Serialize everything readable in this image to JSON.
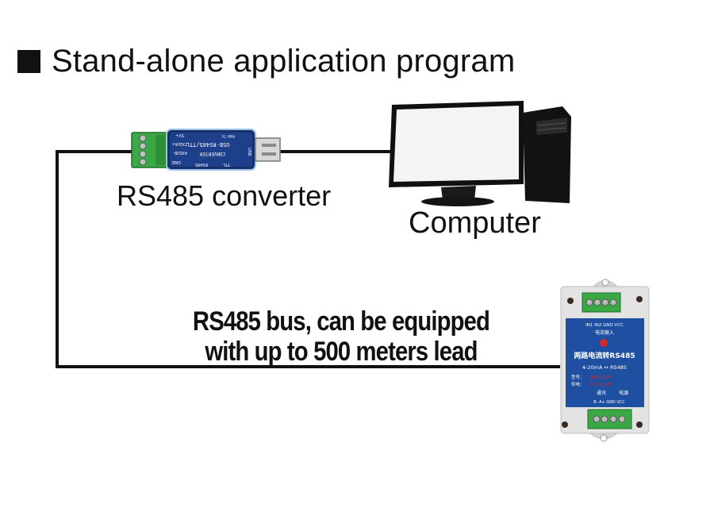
{
  "title": "Stand-alone application program",
  "icons": [
    "square-bullet-icon",
    "usb-converter-icon",
    "computer-icon",
    "current-module-icon"
  ],
  "labels": {
    "converter": "RS485 converter",
    "computer": "Computer",
    "bus_line1": "RS485 bus, can be equipped",
    "bus_line2": "with up to 500 meters lead"
  },
  "converter_device": {
    "model": "USB-RS485/TTL",
    "subtitle": "CONVERTER",
    "pins": [
      "5V+",
      "TXD/A+",
      "RXD/B-",
      "GND"
    ],
    "side_text": [
      "TTL",
      "RS485"
    ],
    "port": "USB",
    "leds": [
      "PWR",
      "TX"
    ]
  },
  "module_device": {
    "top_pins": "IN1 IN2 GND VCC",
    "top_caption": "电流输入",
    "name": "两路电流转RS485",
    "spec": "4-20mA ↔ RS485",
    "model_label": "型号：",
    "model": "SM9132B",
    "power_label": "供电：",
    "power": "DC12-24V",
    "bottom_captions": [
      "通讯",
      "电源"
    ],
    "bottom_pins": "B- A+ GND VCC"
  },
  "colors": {
    "line": "#111111",
    "terminal_green": "#3aa845",
    "converter_body": "#1e3f8a",
    "module_panel": "#1f4fa0",
    "module_red": "#d62a2a"
  }
}
